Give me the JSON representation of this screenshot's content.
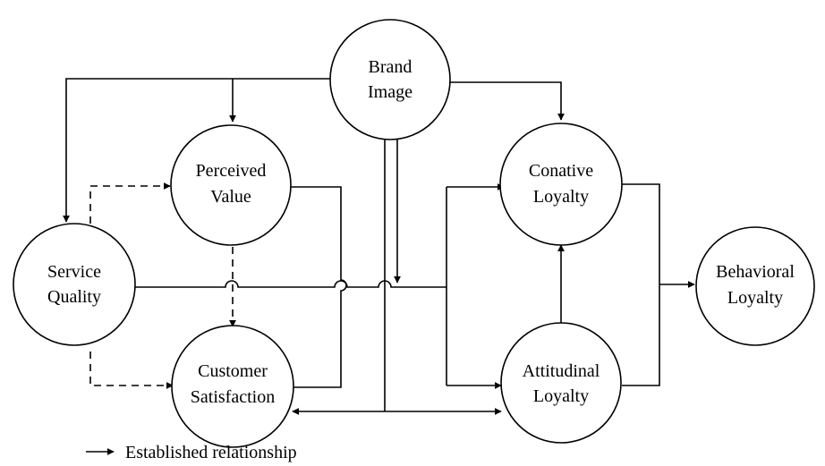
{
  "nodes": {
    "brand_image": [
      "Brand",
      "Image"
    ],
    "perceived_value": [
      "Perceived",
      "Value"
    ],
    "service_quality": [
      "Service",
      "Quality"
    ],
    "customer_satisfaction": [
      "Customer",
      "Satisfaction"
    ],
    "conative_loyalty": [
      "Conative",
      "Loyalty"
    ],
    "attitudinal_loyalty": [
      "Attitudinal",
      "Loyalty"
    ],
    "behavioral_loyalty": [
      "Behavioral",
      "Loyalty"
    ]
  },
  "legend": {
    "established": "Established relationship"
  }
}
